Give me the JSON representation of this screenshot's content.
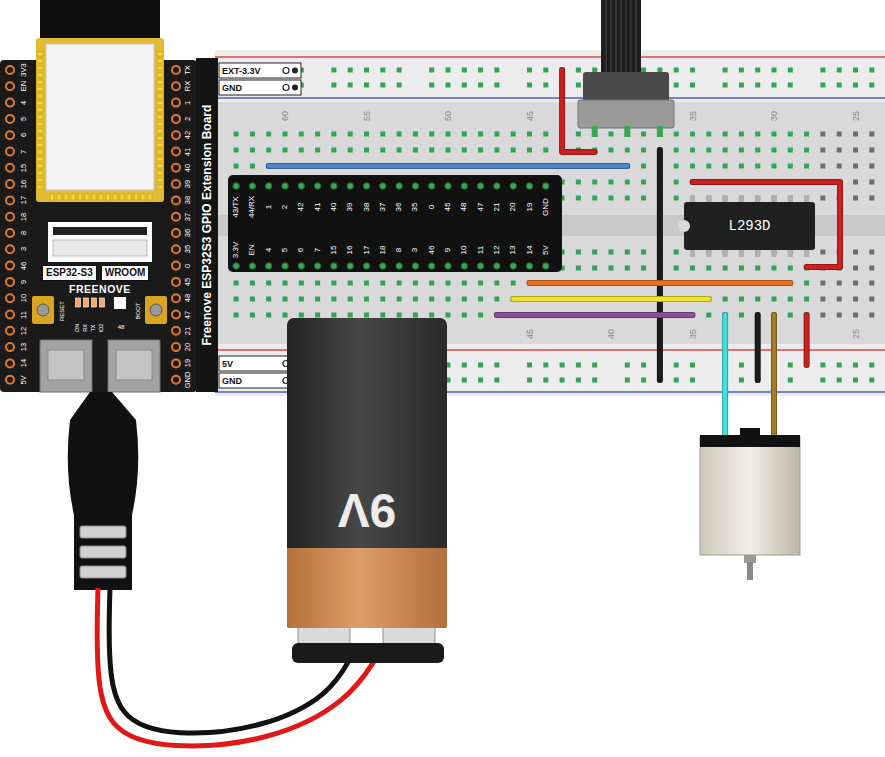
{
  "diagram": {
    "nodes": [
      {
        "text": [
          "Freenove ESP32S3 GPIO Extension Board"
        ]
      },
      {
        "text": [
          "ESP32-S3",
          "WROOM",
          "FREENOVE"
        ]
      },
      {
        "text": [
          "L293D"
        ]
      },
      {
        "text": [
          "9V"
        ]
      }
    ],
    "labels": [
      "3V3",
      "EN",
      "4",
      "5",
      "6",
      "7",
      "15",
      "16",
      "17",
      "18",
      "8",
      "3",
      "46",
      "9",
      "10",
      "11",
      "12",
      "13",
      "14",
      "5V",
      "TX",
      "RX",
      "1",
      "2",
      "42",
      "41",
      "40",
      "39",
      "38",
      "37",
      "36",
      "35",
      "0",
      "45",
      "48",
      "47",
      "21",
      "20",
      "19",
      "GND",
      "RESET",
      "BOOT",
      "ON",
      "RX",
      "TX",
      "IO2",
      "48",
      "EXT-3.3V",
      "GND",
      "5V",
      "GND",
      "43/TX",
      "44/RX",
      "1",
      "2",
      "42",
      "41",
      "40",
      "39",
      "38",
      "37",
      "36",
      "35",
      "0",
      "45",
      "48",
      "47",
      "21",
      "20",
      "19",
      "GND",
      "3.3V",
      "EN",
      "4",
      "5",
      "6",
      "7",
      "15",
      "16",
      "17",
      "18",
      "8",
      "3",
      "46",
      "9",
      "10",
      "11",
      "12",
      "13",
      "14",
      "5V",
      "60",
      "55",
      "50",
      "45",
      "35",
      "30",
      "25",
      "45",
      "40",
      "35",
      "25"
    ]
  }
}
